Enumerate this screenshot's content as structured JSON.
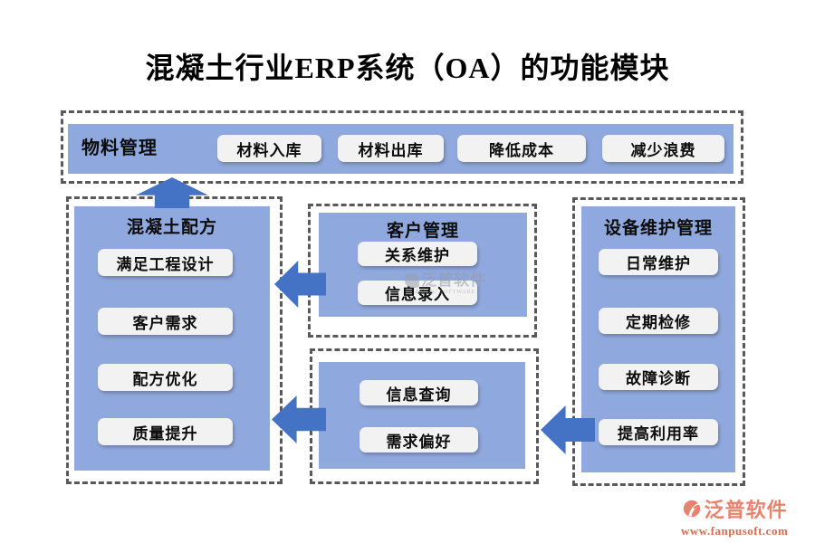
{
  "title": "混凝土行业ERP系统（OA）的功能模块",
  "modules": {
    "material": {
      "label": "物料管理",
      "items": [
        "材料入库",
        "材料出库",
        "降低成本",
        "减少浪费"
      ]
    },
    "formula": {
      "label": "混凝土配方",
      "items": [
        "满足工程设计",
        "客户需求",
        "配方优化",
        "质量提升"
      ]
    },
    "customer": {
      "label": "客户管理",
      "items": [
        "关系维护",
        "信息录入"
      ]
    },
    "query": {
      "items": [
        "信息查询",
        "需求偏好"
      ]
    },
    "equipment": {
      "label": "设备维护管理",
      "items": [
        "日常维护",
        "定期检修",
        "故障诊断",
        "提高利用率"
      ]
    }
  },
  "watermark": {
    "text": "泛普软件",
    "subtext": "FANPU SOFTWARE"
  },
  "footer_logo": {
    "brand": "泛普软件",
    "url": "www.fanpusoft.com"
  },
  "colors": {
    "panel-blue": "#8FA8DE",
    "arrow-blue": "#4472C4",
    "button-bg": "#F2F2F2",
    "dash-gray": "#595959",
    "logo-salmon": "#E8826D",
    "logo-url-red": "#DD6B50"
  }
}
